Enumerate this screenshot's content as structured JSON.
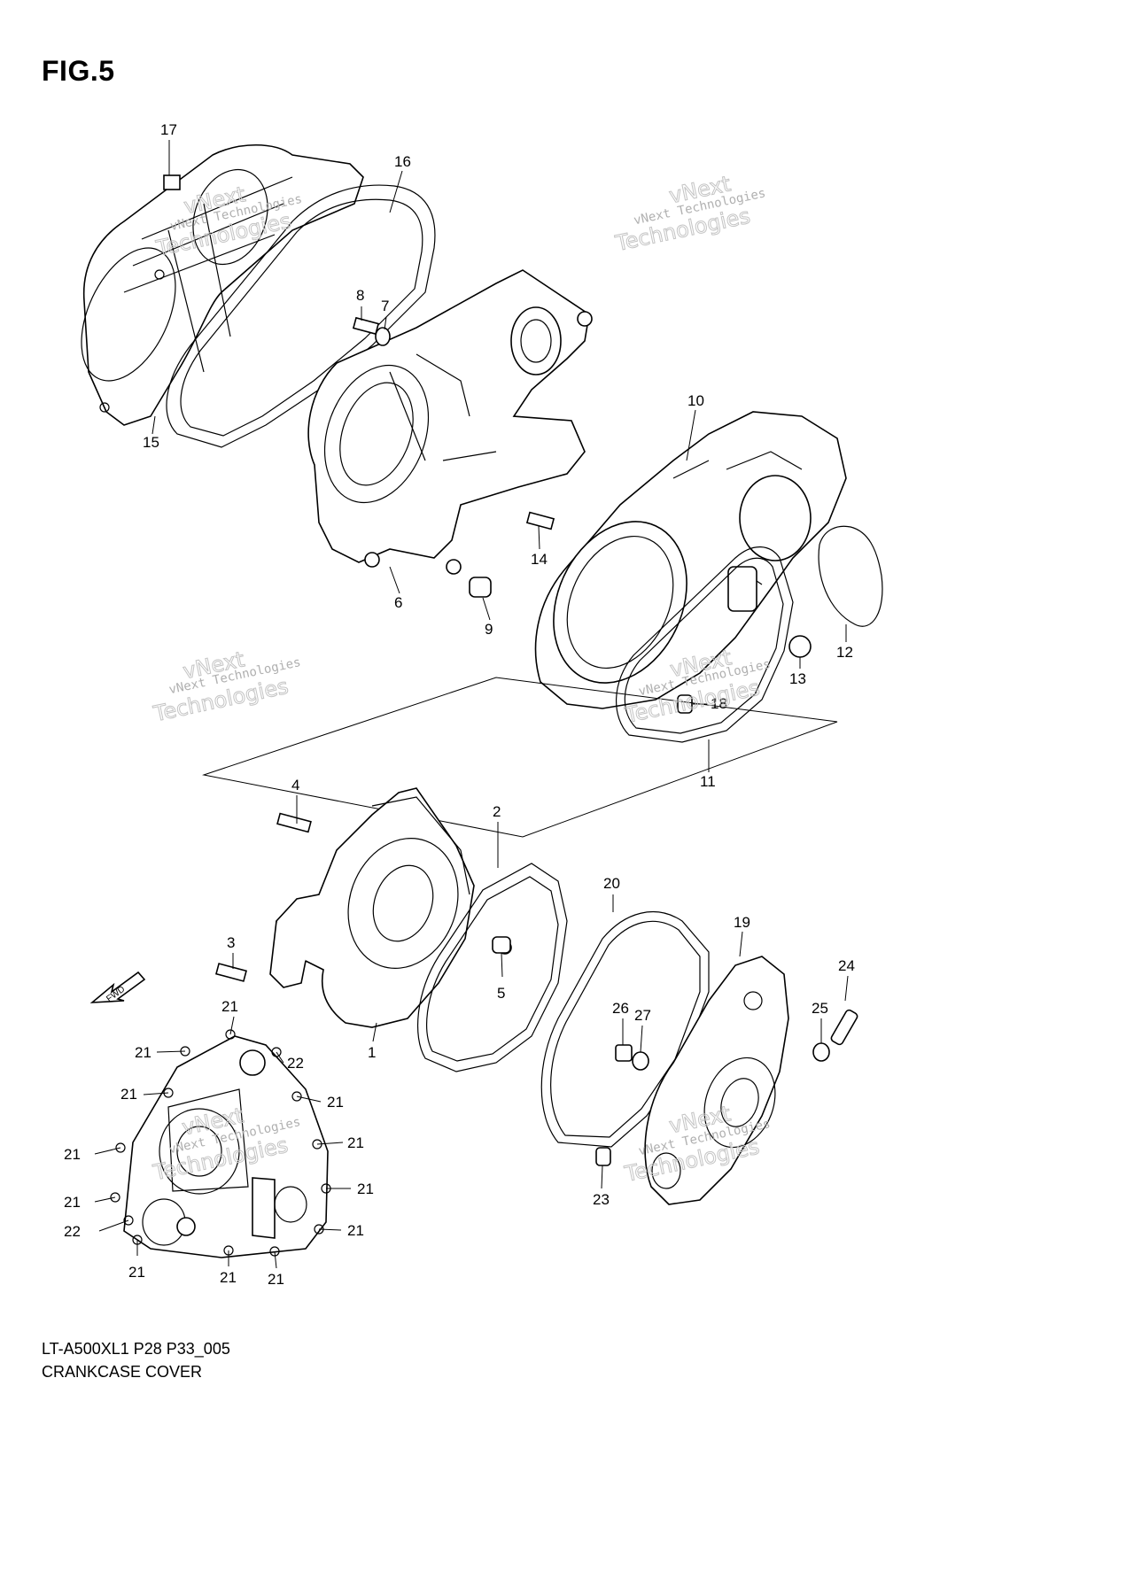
{
  "figure": {
    "title": "FIG.5"
  },
  "footer": {
    "model_code": "LT-A500XL1 P28 P33_005",
    "caption": "CRANKCASE COVER"
  },
  "fwd_label": "FWD",
  "watermark": {
    "line1": "vNext Technologies",
    "line2_a": "vNext",
    "line2_b": "Technologies"
  },
  "callouts": [
    "1",
    "2",
    "3",
    "4",
    "5",
    "6",
    "7",
    "8",
    "9",
    "10",
    "11",
    "12",
    "13",
    "14",
    "15",
    "16",
    "17",
    "18",
    "19",
    "20",
    "21",
    "22",
    "23",
    "24",
    "25",
    "26",
    "27"
  ]
}
